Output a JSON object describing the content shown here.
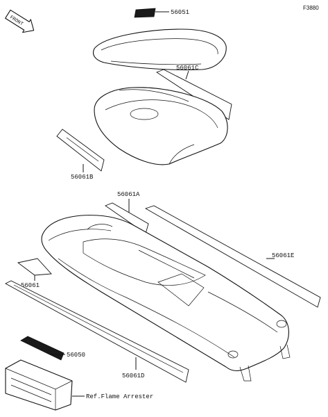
{
  "figure_code": "F3880",
  "front_arrow": "FRONT",
  "callouts": {
    "p56051": "56051",
    "p56061C": "56061C",
    "p56061B": "56061B",
    "p56061A": "56061A",
    "p56061E": "56061E",
    "p56061": "56061",
    "p56050": "56050",
    "p56061D": "56061D",
    "ref_flame_arrester": "Ref.Flame Arrester"
  }
}
